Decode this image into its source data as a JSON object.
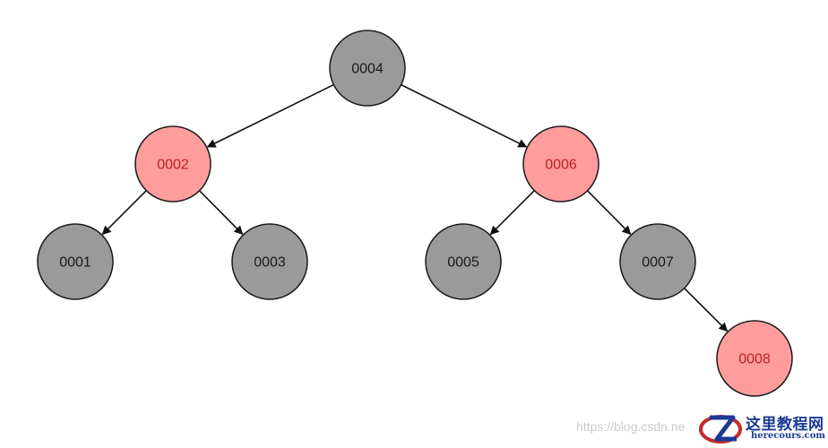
{
  "tree": {
    "nodes": [
      {
        "id": "n4",
        "label": "0004",
        "color": "black"
      },
      {
        "id": "n2",
        "label": "0002",
        "color": "red"
      },
      {
        "id": "n6",
        "label": "0006",
        "color": "red"
      },
      {
        "id": "n1",
        "label": "0001",
        "color": "black"
      },
      {
        "id": "n3",
        "label": "0003",
        "color": "black"
      },
      {
        "id": "n5",
        "label": "0005",
        "color": "black"
      },
      {
        "id": "n7",
        "label": "0007",
        "color": "black"
      },
      {
        "id": "n8",
        "label": "0008",
        "color": "red"
      }
    ],
    "edges": [
      {
        "from": "n4",
        "to": "n2"
      },
      {
        "from": "n4",
        "to": "n6"
      },
      {
        "from": "n2",
        "to": "n1"
      },
      {
        "from": "n2",
        "to": "n3"
      },
      {
        "from": "n6",
        "to": "n5"
      },
      {
        "from": "n6",
        "to": "n7"
      },
      {
        "from": "n7",
        "to": "n8"
      }
    ],
    "colors": {
      "black_fill": "#9a9a9a",
      "red_fill": "#ff9d9d",
      "red_text": "#b81f25",
      "outline": "#1a1a1a"
    }
  },
  "watermark": {
    "text": "https://blog.csdn.ne"
  },
  "logo": {
    "title": "这里教程网",
    "url": "herecours.com"
  }
}
